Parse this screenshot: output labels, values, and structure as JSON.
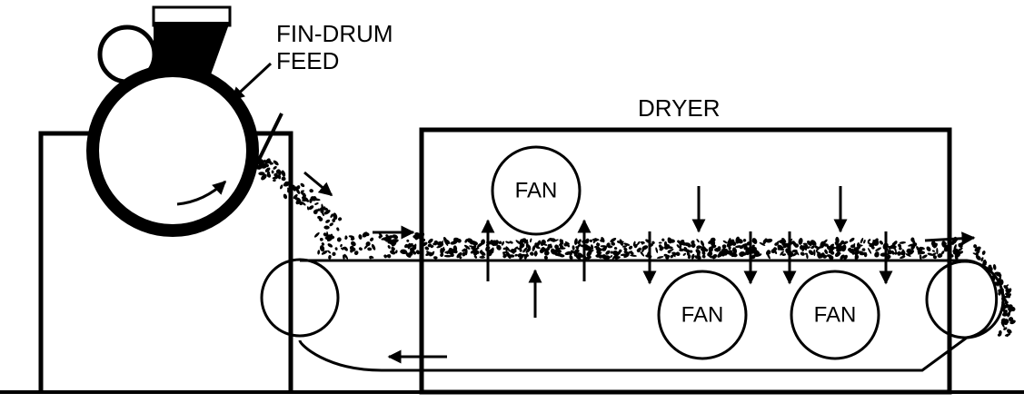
{
  "labels": {
    "feed": [
      "FIN-DRUM",
      "FEED"
    ],
    "dryer": "DRYER",
    "fans": [
      "FAN",
      "FAN",
      "FAN"
    ]
  },
  "colors": {
    "ink": "#000000",
    "background": "#ffffff"
  }
}
